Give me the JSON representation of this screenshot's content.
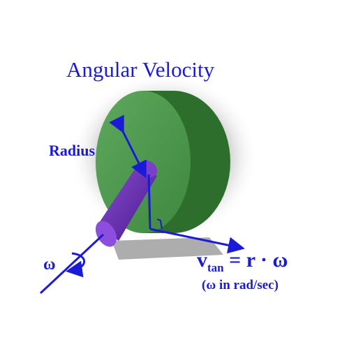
{
  "diagram": {
    "title": "Angular Velocity",
    "radius_label": "Radius",
    "omega_label": "ω",
    "formula": {
      "v": "v",
      "sub": "tan",
      "rest": " = r · ω"
    },
    "note": "(ω in rad/sec)",
    "colors": {
      "text": "#1a1ad8",
      "wheel_face": "#4f9a4f",
      "wheel_side": "#2d6e2d",
      "axle": "#6b2cb3",
      "shadow": "#555555"
    }
  }
}
